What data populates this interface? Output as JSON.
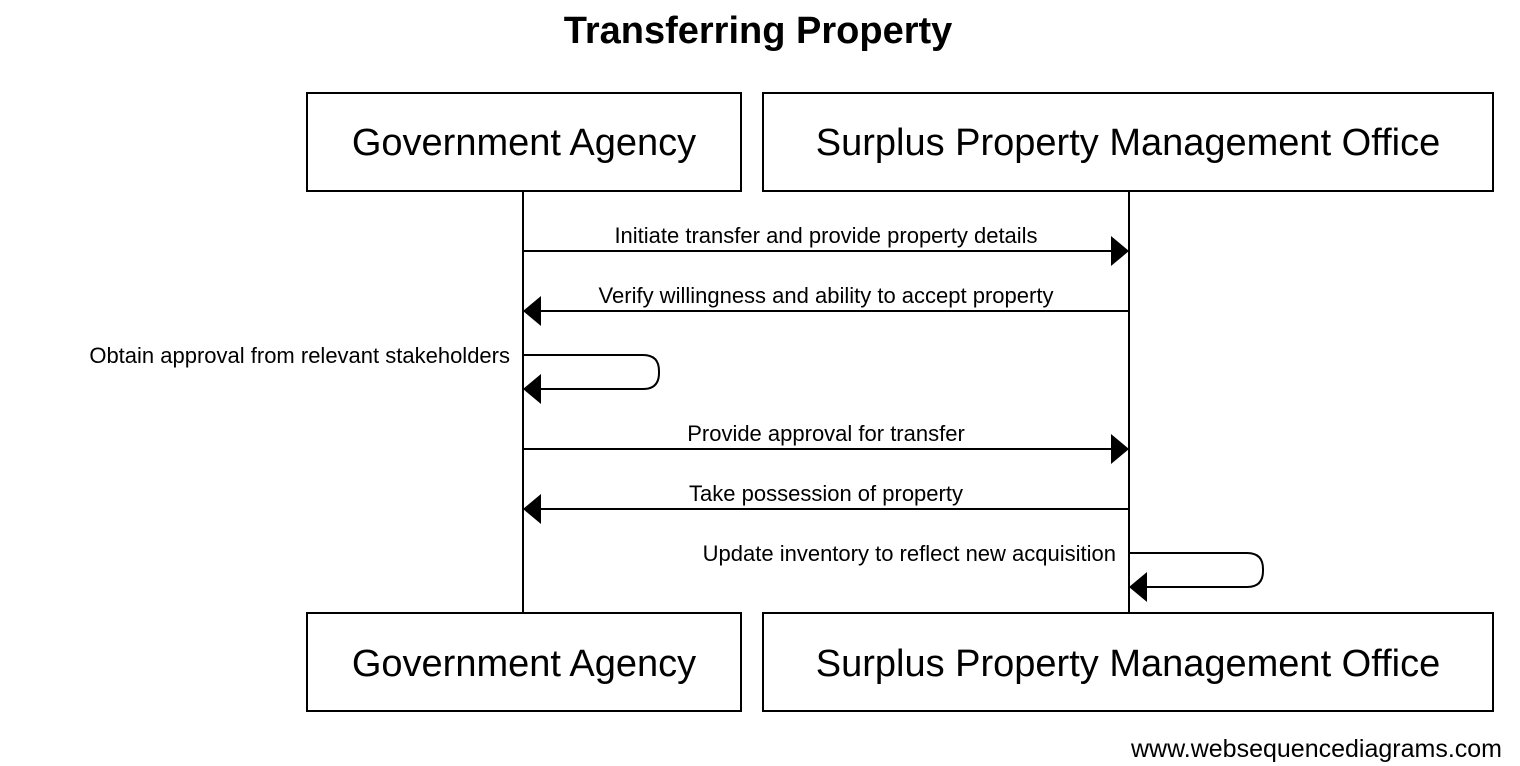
{
  "title": "Transferring Property",
  "participants": [
    {
      "id": "agency",
      "label": "Government Agency"
    },
    {
      "id": "spmo",
      "label": "Surplus Property Management Office"
    }
  ],
  "messages": [
    {
      "from": "agency",
      "to": "spmo",
      "label": "Initiate transfer and provide property details"
    },
    {
      "from": "spmo",
      "to": "agency",
      "label": "Verify willingness and ability to accept property"
    },
    {
      "from": "agency",
      "to": "agency",
      "label": "Obtain approval from relevant stakeholders"
    },
    {
      "from": "agency",
      "to": "spmo",
      "label": "Provide approval for transfer"
    },
    {
      "from": "spmo",
      "to": "agency",
      "label": "Take possession of property"
    },
    {
      "from": "spmo",
      "to": "spmo",
      "label": "Update inventory to reflect new acquisition"
    }
  ],
  "watermark": "www.websequencediagrams.com"
}
